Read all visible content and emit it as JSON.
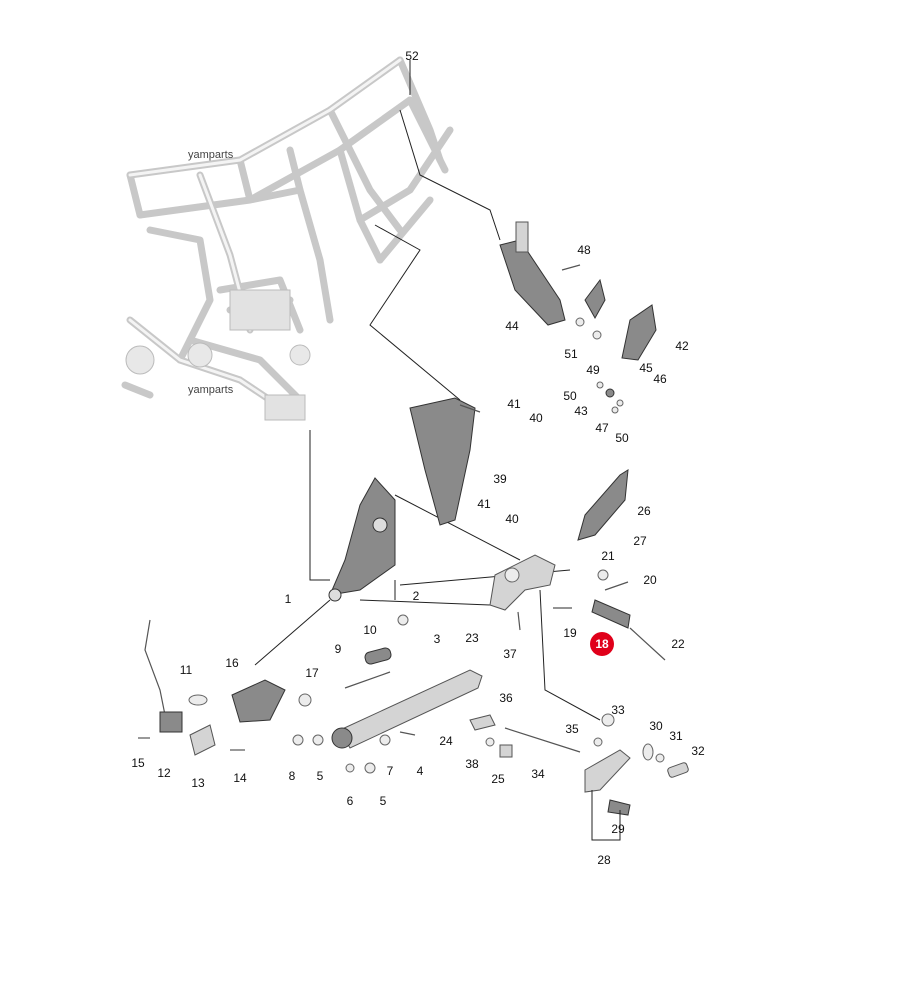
{
  "watermarks": [
    "yamparts",
    "yamparts"
  ],
  "highlighted_part": "18",
  "highlight_color": "#e0001a",
  "callouts": {
    "c1": "1",
    "c2": "2",
    "c3": "3",
    "c4": "4",
    "c5a": "5",
    "c5b": "5",
    "c6": "6",
    "c7": "7",
    "c8": "8",
    "c9": "9",
    "c10": "10",
    "c11": "11",
    "c12": "12",
    "c13": "13",
    "c14": "14",
    "c15": "15",
    "c16": "16",
    "c17": "17",
    "c18": "18",
    "c19": "19",
    "c20": "20",
    "c21": "21",
    "c22": "22",
    "c23": "23",
    "c24": "24",
    "c25": "25",
    "c26": "26",
    "c27": "27",
    "c28": "28",
    "c29": "29",
    "c30": "30",
    "c31": "31",
    "c32": "32",
    "c33": "33",
    "c34": "34",
    "c35": "35",
    "c36": "36",
    "c37": "37",
    "c38": "38",
    "c39": "39",
    "c40a": "40",
    "c40b": "40",
    "c41a": "41",
    "c41b": "41",
    "c42": "42",
    "c43": "43",
    "c44": "44",
    "c45": "45",
    "c46": "46",
    "c47": "47",
    "c48": "48",
    "c49": "49",
    "c50a": "50",
    "c50b": "50",
    "c51": "51",
    "c52": "52"
  }
}
